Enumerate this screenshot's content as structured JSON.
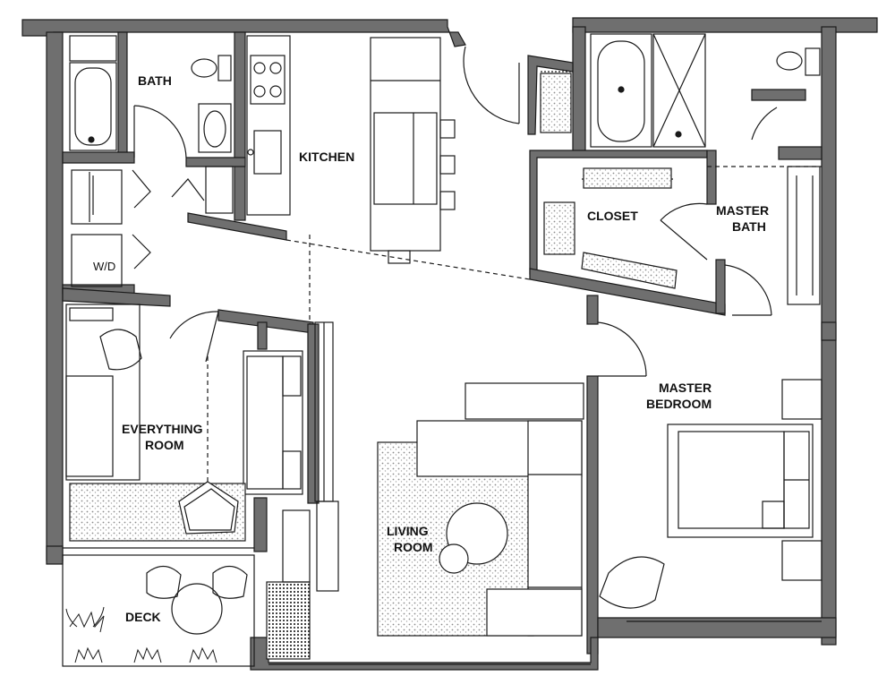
{
  "rooms": {
    "bath": "BATH",
    "kitchen": "KITCHEN",
    "closet": "CLOSET",
    "master_bath_1": "MASTER",
    "master_bath_2": "BATH",
    "wd": "W/D",
    "everything_1": "EVERYTHING",
    "everything_2": "ROOM",
    "master_bedroom_1": "MASTER",
    "master_bedroom_2": "BEDROOM",
    "living_1": "LIVING",
    "living_2": "ROOM",
    "deck": "DECK"
  },
  "colors": {
    "wall": "#6f6f6f",
    "wall_outline": "#1a1a1a",
    "line": "#1a1a1a",
    "rug_dots": "#9a9a9a",
    "background": "#ffffff"
  }
}
